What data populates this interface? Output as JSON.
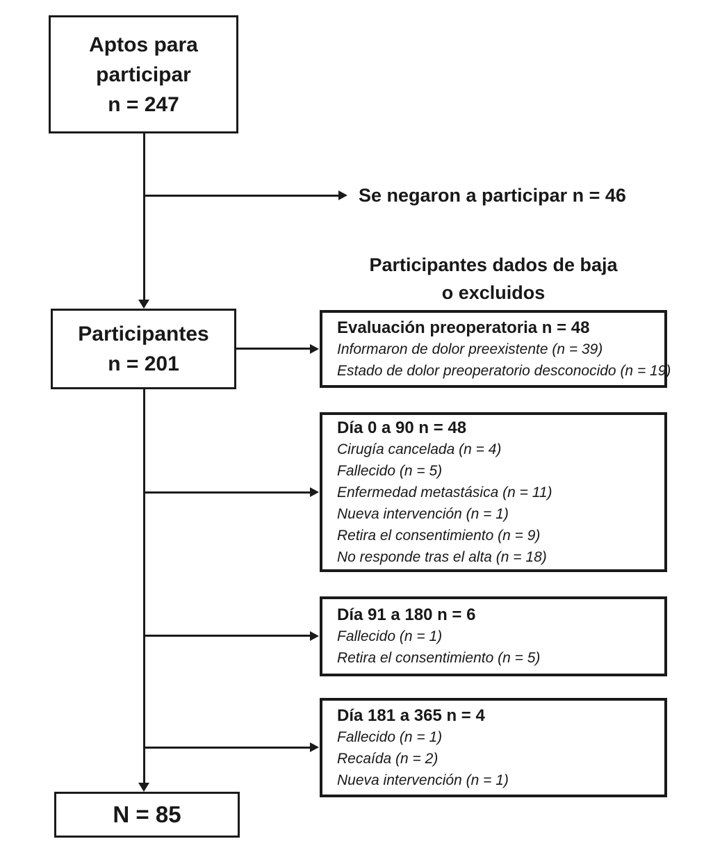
{
  "flow": {
    "eligible": {
      "title": "Aptos para participar",
      "count": "n = 247"
    },
    "refused_label": "Se negaron a participar n = 46",
    "dropout_heading": {
      "line1": "Participantes dados de baja",
      "line2": "o excluidos"
    },
    "participants": {
      "title": "Participantes",
      "count": "n = 201"
    },
    "exclusions": [
      {
        "title": "Evaluación preoperatoria n = 48",
        "items": [
          "Informaron de dolor preexistente (n = 39)",
          "Estado de dolor preoperatorio desconocido (n = 19)"
        ]
      },
      {
        "title": "Día 0 a 90 n = 48",
        "items": [
          "Cirugía cancelada (n = 4)",
          "Fallecido (n = 5)",
          "Enfermedad metastásica (n = 11)",
          "Nueva intervención (n = 1)",
          "Retira el consentimiento (n = 9)",
          "No responde tras el alta (n = 18)"
        ]
      },
      {
        "title": "Día 91 a 180 n = 6",
        "items": [
          "Fallecido (n = 1)",
          "Retira el consentimiento (n = 5)"
        ]
      },
      {
        "title": "Día 181 a 365 n = 4",
        "items": [
          "Fallecido (n = 1)",
          "Recaída (n = 2)",
          "Nueva intervención (n = 1)"
        ]
      }
    ],
    "final": {
      "count": "N = 85"
    },
    "colors": {
      "line": "#1a1a1a",
      "text": "#181818",
      "background": "#ffffff"
    }
  }
}
